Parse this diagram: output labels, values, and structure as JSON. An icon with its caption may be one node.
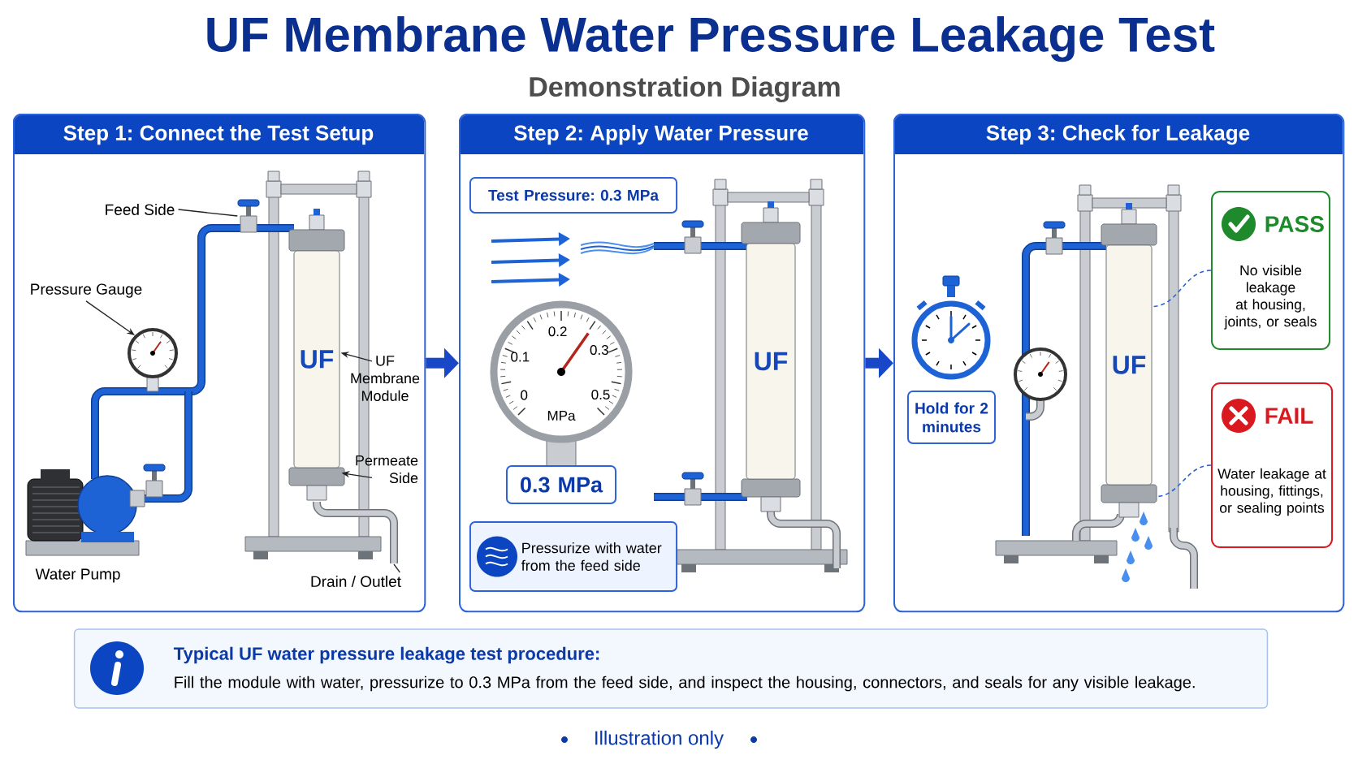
{
  "diagram": {
    "title": "UF Membrane Water Pressure Leakage Test",
    "nodes": [
      {
        "text": [
          "Step 1: Connect the Test Setup"
        ]
      },
      {
        "text": [
          "Feed Side"
        ],
        "in": 0
      },
      {
        "text": [],
        "shape": "picture",
        "in": 0
      },
      {
        "text": [
          "Pressure Gauge"
        ],
        "in": 0
      },
      {
        "text": [],
        "shape": "picture",
        "in": 0
      },
      {
        "text": [
          "UF"
        ],
        "in": 0
      },
      {
        "text": [
          "UF Membrane Module"
        ],
        "in": 0
      },
      {
        "text": [
          "Permeate Side"
        ],
        "in": 0
      },
      {
        "text": [
          "Drain / Outlet"
        ],
        "in": 0
      },
      {
        "text": [
          "Step 2: Apply Water Pressure"
        ]
      },
      {
        "text": [
          "Test Pressure: 0.3 MPa"
        ],
        "in": 9
      },
      {
        "text": [
          "0.2",
          "0.1",
          "0.3",
          "0",
          "0.5",
          "MPa"
        ],
        "in": 9
      },
      {
        "text": [
          "0.3 MPa"
        ],
        "in": 9
      },
      {
        "text": [
          "Pressurize with water from the feed side"
        ],
        "in": 9
      },
      {
        "text": [
          "UF"
        ],
        "in": 9
      },
      {
        "text": [
          "Step 3: Check for Leakage"
        ]
      },
      {
        "text": [
          "Hold for 2 minutes"
        ],
        "in": 15
      },
      {
        "text": [
          "UF"
        ],
        "in": 15
      },
      {
        "text": [
          "PASS",
          "No visible leakage at housing, joints, or seals"
        ],
        "in": 15
      },
      {
        "text": [
          "FAIL",
          "Water leakage at housing, fittings, or sealing points"
        ],
        "in": 15
      },
      {
        "text": [
          "Typical UF water pressure leakage test procedure:",
          "Fill the module with water, pressurize to 0.3 MPa from the feed side, and inspect the housing, connectors, and seals for any visible leakage."
        ]
      },
      {
        "text": [],
        "shape": "picture",
        "in": 0
      },
      {
        "text": [],
        "shape": "picture",
        "in": 9
      },
      {
        "text": [],
        "shape": "picture",
        "in": 9
      },
      {
        "text": [],
        "shape": "picture",
        "in": 15
      },
      {
        "text": [],
        "shape": "picture",
        "in": 15
      }
    ],
    "edges": [
      {
        "from": 0,
        "to": 9,
        "arrow": "to",
        "style": "thick",
        "color": "#1848c8"
      },
      {
        "from": 9,
        "to": 15,
        "arrow": "to",
        "style": "thick",
        "color": "#1848c8"
      },
      {
        "from": 1,
        "to": 2,
        "arrow": "none"
      },
      {
        "from": 3,
        "to": 4,
        "arrow": "to"
      },
      {
        "from": 6,
        "to": 5,
        "arrow": "to"
      },
      {
        "from": 7,
        "to": 5,
        "arrow": "to"
      },
      {
        "from": 8,
        "to": null,
        "arrow": "none"
      },
      {
        "from": 18,
        "to": 17,
        "arrow": "none",
        "style": "dashed",
        "color": "#2563d9"
      },
      {
        "from": 19,
        "to": 17,
        "arrow": "none",
        "style": "dashed",
        "color": "#2563d9"
      }
    ],
    "labels": [
      "Demonstration Diagram",
      "Water Pump",
      "Illustration only"
    ]
  }
}
